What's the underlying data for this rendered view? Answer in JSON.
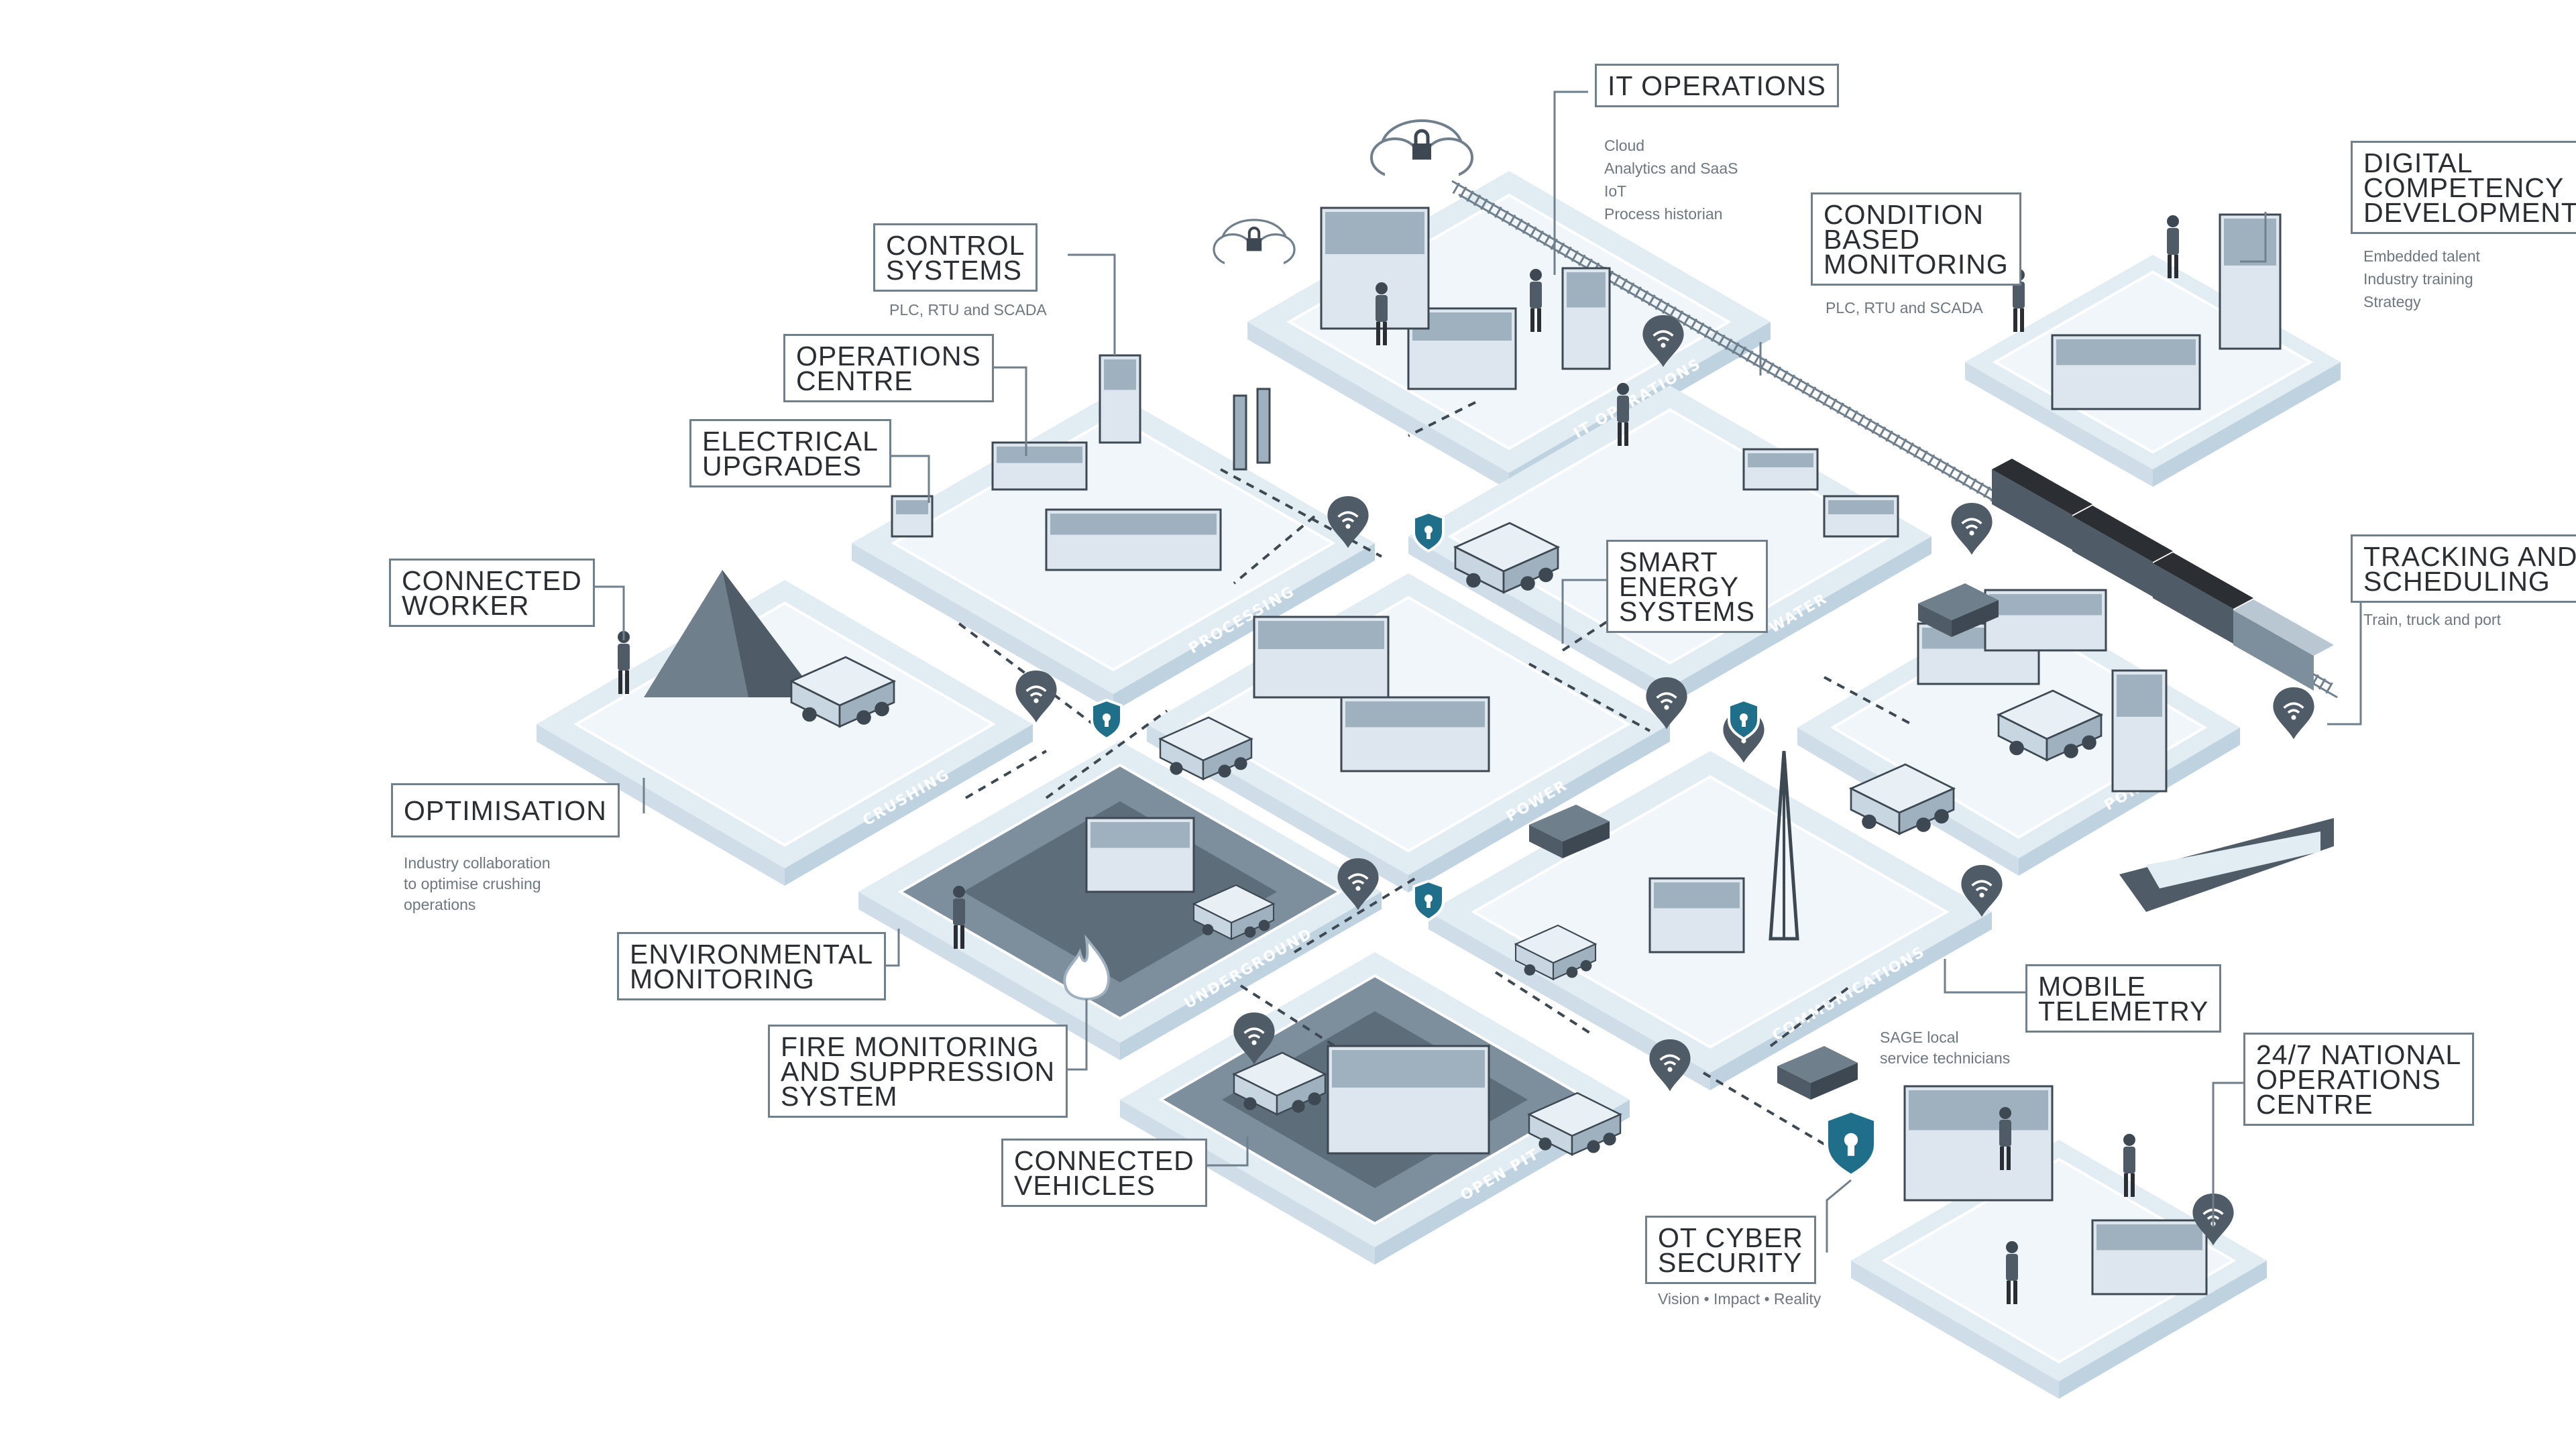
{
  "zones": {
    "it_operations": "IT OPERATIONS",
    "processing": "PROCESSING",
    "water": "WATER",
    "crushing": "CRUSHING",
    "power": "POWER",
    "port": "PORT",
    "underground": "UNDERGROUND",
    "communications": "COMMUNICATIONS",
    "open_pit": "OPEN PIT"
  },
  "callouts": {
    "it_operations": {
      "title": "IT OPERATIONS",
      "details": [
        "Cloud",
        "Analytics and SaaS",
        "IoT",
        "Process historian"
      ]
    },
    "control_systems": {
      "title_1": "CONTROL",
      "title_2": "SYSTEMS",
      "detail": "PLC, RTU and SCADA"
    },
    "operations_centre": {
      "title_1": "OPERATIONS",
      "title_2": "CENTRE"
    },
    "electrical_upgrades": {
      "title_1": "ELECTRICAL",
      "title_2": "UPGRADES"
    },
    "connected_worker": {
      "title_1": "CONNECTED",
      "title_2": "WORKER"
    },
    "optimisation": {
      "title": "OPTIMISATION",
      "details": [
        "Industry collaboration",
        "to optimise crushing",
        "operations"
      ]
    },
    "environmental_monitoring": {
      "title_1": "ENVIRONMENTAL",
      "title_2": "MONITORING"
    },
    "fire_monitoring": {
      "title_1": "FIRE MONITORING",
      "title_2": "AND SUPPRESSION",
      "title_3": "SYSTEM"
    },
    "connected_vehicles": {
      "title_1": "CONNECTED",
      "title_2": "VEHICLES"
    },
    "condition_based_monitoring": {
      "title_1": "CONDITION",
      "title_2": "BASED",
      "title_3": "MONITORING",
      "detail": "PLC, RTU and SCADA"
    },
    "smart_energy_systems": {
      "title_1": "SMART",
      "title_2": "ENERGY",
      "title_3": "SYSTEMS"
    },
    "digital_competency": {
      "title_1": "DIGITAL",
      "title_2": "COMPETENCY",
      "title_3": "DEVELOPMENT",
      "details": [
        "Embedded talent",
        "Industry training",
        "Strategy"
      ]
    },
    "tracking_scheduling": {
      "title_1": "TRACKING AND",
      "title_2": "SCHEDULING",
      "detail": "Train, truck and port"
    },
    "mobile_telemetry": {
      "title_1": "MOBILE",
      "title_2": "TELEMETRY",
      "details": [
        "SAGE local",
        "service technicians"
      ]
    },
    "national_ops": {
      "title_1": "24/7 NATIONAL",
      "title_2": "OPERATIONS",
      "title_3": "CENTRE"
    },
    "ot_cyber_security": {
      "title_1": "OT CYBER",
      "title_2": "SECURITY",
      "detail": "Vision • Impact • Reality"
    }
  },
  "colors": {
    "tile_top": "#e2ecf3",
    "tile_side": "#bfd2e0",
    "tile_dark": "#8fa0ad",
    "ink": "#3d4852",
    "shield": "#1f6f8b",
    "label_border": "#6f7f8c"
  }
}
